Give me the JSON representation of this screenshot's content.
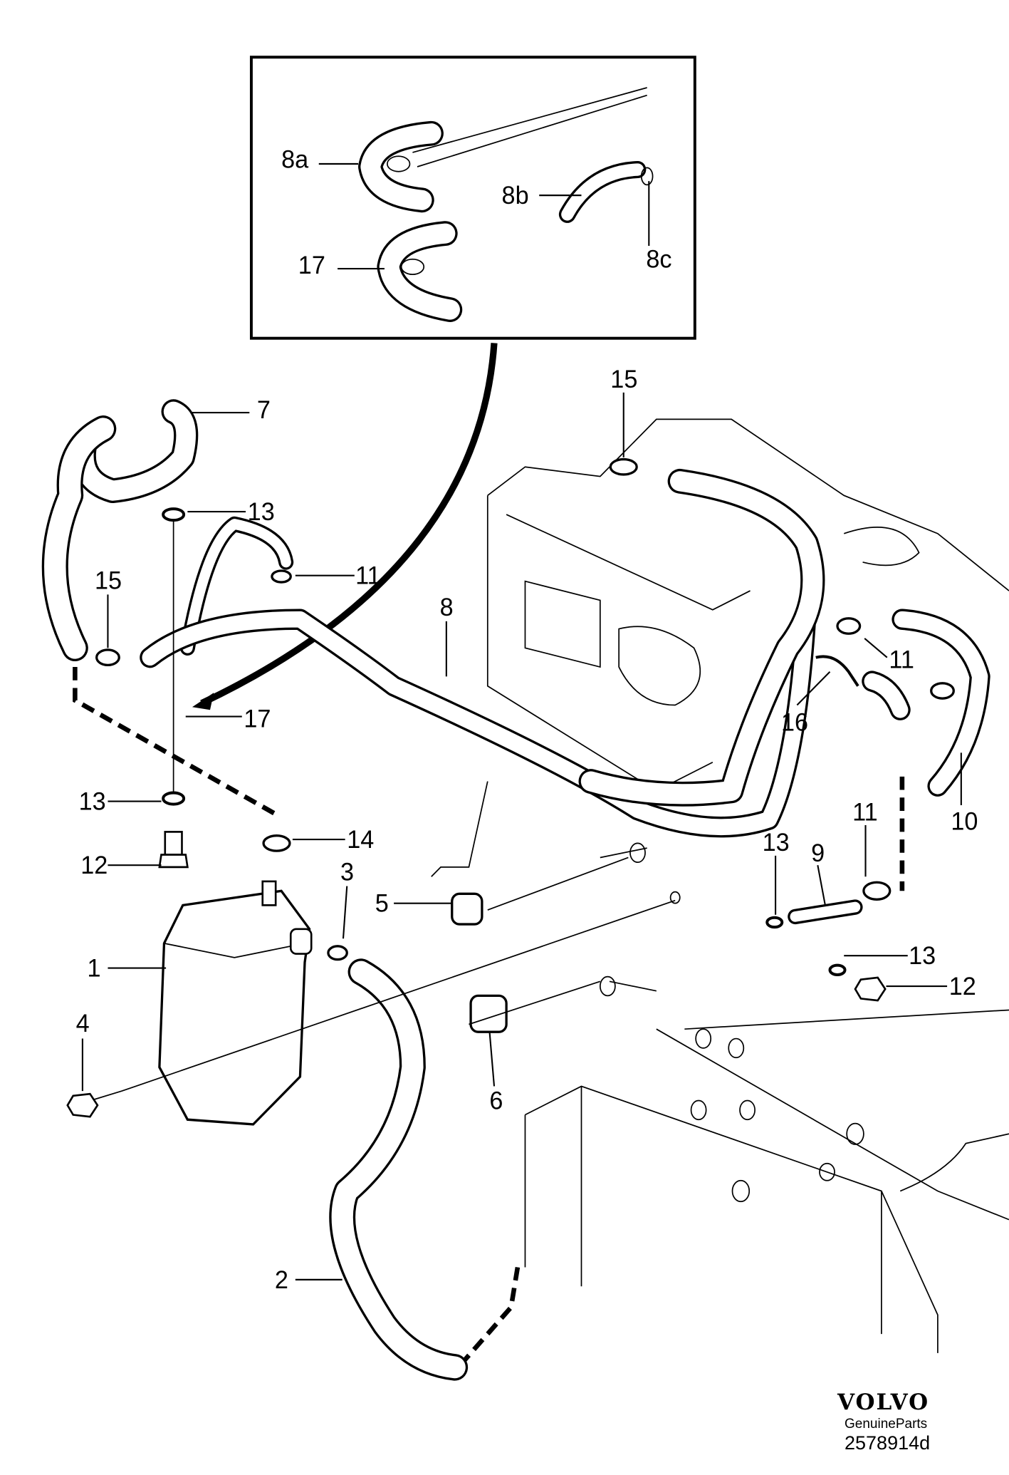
{
  "inset": {
    "labels": {
      "a8": "8a",
      "b8": "8b",
      "c8": "8c",
      "p17": "17"
    }
  },
  "callouts": {
    "c15a": "15",
    "c7": "7",
    "c13a": "13",
    "c11a": "11",
    "c15b": "15",
    "c8": "8",
    "c17": "17",
    "c11b": "11",
    "c16": "16",
    "c13b": "13",
    "c14": "14",
    "c12a": "12",
    "c13c": "13",
    "c9": "9",
    "c11c": "11",
    "c10": "10",
    "c3": "3",
    "c5": "5",
    "c1": "1",
    "c13d": "13",
    "c12b": "12",
    "c4": "4",
    "c6": "6",
    "c2": "2"
  },
  "brand": {
    "logo": "VOLVO",
    "subtitle": "GenuineParts",
    "diagram_number": "2578914d"
  }
}
